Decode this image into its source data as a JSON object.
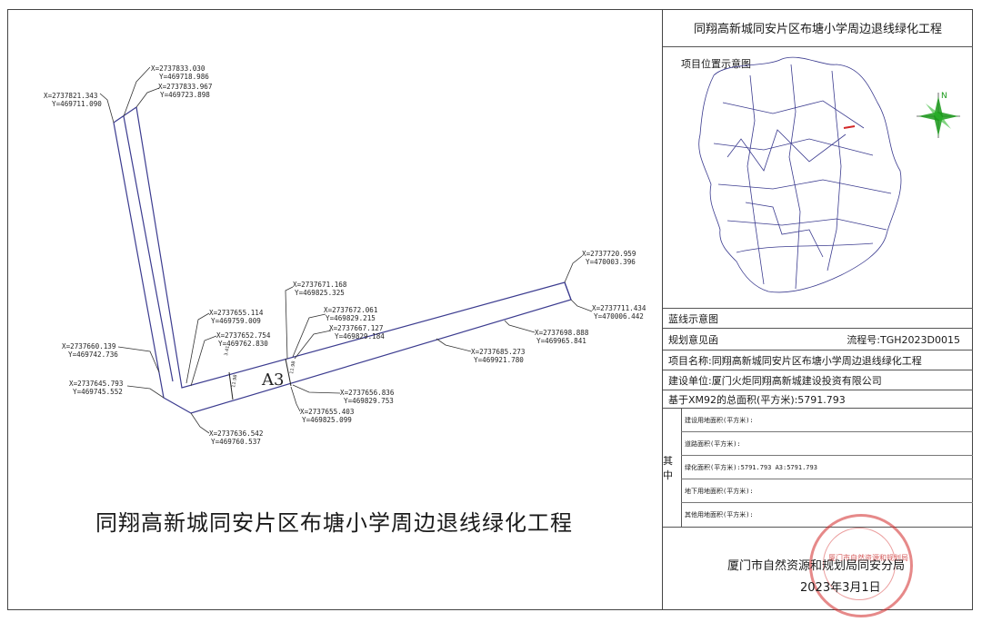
{
  "panel": {
    "title": "同翔高新城同安片区布塘小学周边退线绿化工程",
    "location_label": "项目位置示意图",
    "blueline_label": "蓝线示意图",
    "opinion_label": "规划意见函",
    "flow_label": "流程号:TGH2023D0015",
    "project_name": "项目名称:同翔高新城同安片区布塘小学周边退线绿化工程",
    "builder": "建设单位:厦门火炬同翔高新城建设投资有限公司",
    "total_area": "基于XM92的总面积(平方米):5791.793",
    "among_label": "其中",
    "sub_rows": [
      "建设用地面积(平方米):",
      "道路面积(平方米):",
      "绿化面积(平方米):5791.793 A3:5791.793",
      "地下用地面积(平方米):",
      "其他用地面积(平方米):"
    ],
    "north_label": "N",
    "authority": "厦门市自然资源和规划局同安分局",
    "date": "2023年3月1日",
    "stamp_text": "厦门市自然资源和规划局"
  },
  "drawing": {
    "title": "同翔高新城同安片区布塘小学周边退线绿化工程",
    "area_label": "A3",
    "dims": [
      "11.98",
      "3.41",
      "11.98"
    ],
    "coords": [
      {
        "x": "X=2737833.030",
        "y": "Y=469718.986"
      },
      {
        "x": "X=2737833.967",
        "y": "Y=469723.898"
      },
      {
        "x": "X=2737821.343",
        "y": "Y=469711.090"
      },
      {
        "x": "X=2737655.114",
        "y": "Y=469759.009"
      },
      {
        "x": "X=2737652.754",
        "y": "Y=469762.830"
      },
      {
        "x": "X=2737660.139",
        "y": "Y=469742.736"
      },
      {
        "x": "X=2737645.793",
        "y": "Y=469745.552"
      },
      {
        "x": "X=2737636.542",
        "y": "Y=469760.537"
      },
      {
        "x": "X=2737671.168",
        "y": "Y=469825.325"
      },
      {
        "x": "X=2737672.061",
        "y": "Y=469829.215"
      },
      {
        "x": "X=2737667.127",
        "y": "Y=469829.184"
      },
      {
        "x": "X=2737656.836",
        "y": "Y=469829.753"
      },
      {
        "x": "X=2737655.403",
        "y": "Y=469825.099"
      },
      {
        "x": "X=2737685.273",
        "y": "Y=469921.780"
      },
      {
        "x": "X=2737698.888",
        "y": "Y=469965.841"
      },
      {
        "x": "X=2737720.959",
        "y": "Y=470003.396"
      },
      {
        "x": "X=2737711.434",
        "y": "Y=470006.442"
      }
    ]
  },
  "colors": {
    "line": "#3b3b8f",
    "stamp": "#d22828",
    "compass": "#1a9a1a"
  }
}
